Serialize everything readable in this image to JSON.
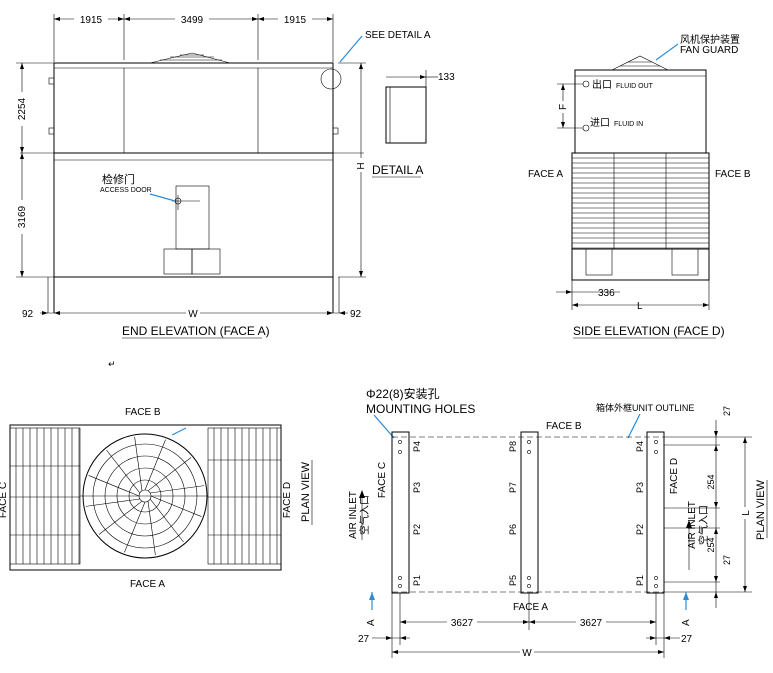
{
  "end_elevation": {
    "title": "END ELEVATION (FACE A)",
    "dims_top": [
      "1915",
      "3499",
      "1915"
    ],
    "dim_left_upper": "2254",
    "dim_left_lower": "3169",
    "dim_height": "H",
    "dim_width": "W",
    "dim_left_offset": "92",
    "dim_right_offset": "92",
    "access_door_cn": "检修门",
    "access_door_en": "ACCESS DOOR",
    "see_detail": "SEE DETAIL A"
  },
  "detail_a": {
    "title": "DETAIL A",
    "dim": "133"
  },
  "side_elevation": {
    "title": "SIDE ELEVATION (FACE D)",
    "fan_guard_cn": "风机保护装置",
    "fan_guard_en": "FAN GUARD",
    "fluid_out_cn": "出口",
    "fluid_out_en": "FLUID OUT",
    "fluid_in_cn": "进口",
    "fluid_in_en": "FLUID IN",
    "dim_f": "F",
    "face_a": "FACE A",
    "face_b": "FACE B",
    "dim_336": "336",
    "dim_l": "L"
  },
  "plan_view_left": {
    "title": "PLAN VIEW",
    "face_b": "FACE B",
    "face_a": "FACE A",
    "face_c": "FACE C",
    "face_d": "FACE D"
  },
  "plan_view_right": {
    "title": "PLAN VIEW",
    "mounting_cn": "Φ22(8)安装孔",
    "mounting_en": "MOUNTING HOLES",
    "unit_outline_cn": "箱体外框",
    "unit_outline_en": "UNIT OUTLINE",
    "face_b": "FACE B",
    "face_a": "FACE A",
    "face_c": "FACE C",
    "face_d": "FACE D",
    "air_inlet_en": "AIR INLET",
    "air_inlet_cn": "空气入口",
    "points": [
      "P1",
      "P2",
      "P3",
      "P4",
      "P5",
      "P6",
      "P7",
      "P8"
    ],
    "dim_3627": "3627",
    "dim_27": "27",
    "dim_254": "254",
    "dim_w": "W",
    "dim_l": "L",
    "arrow_label": "A"
  },
  "misc": {
    "return_mark": "↵"
  }
}
